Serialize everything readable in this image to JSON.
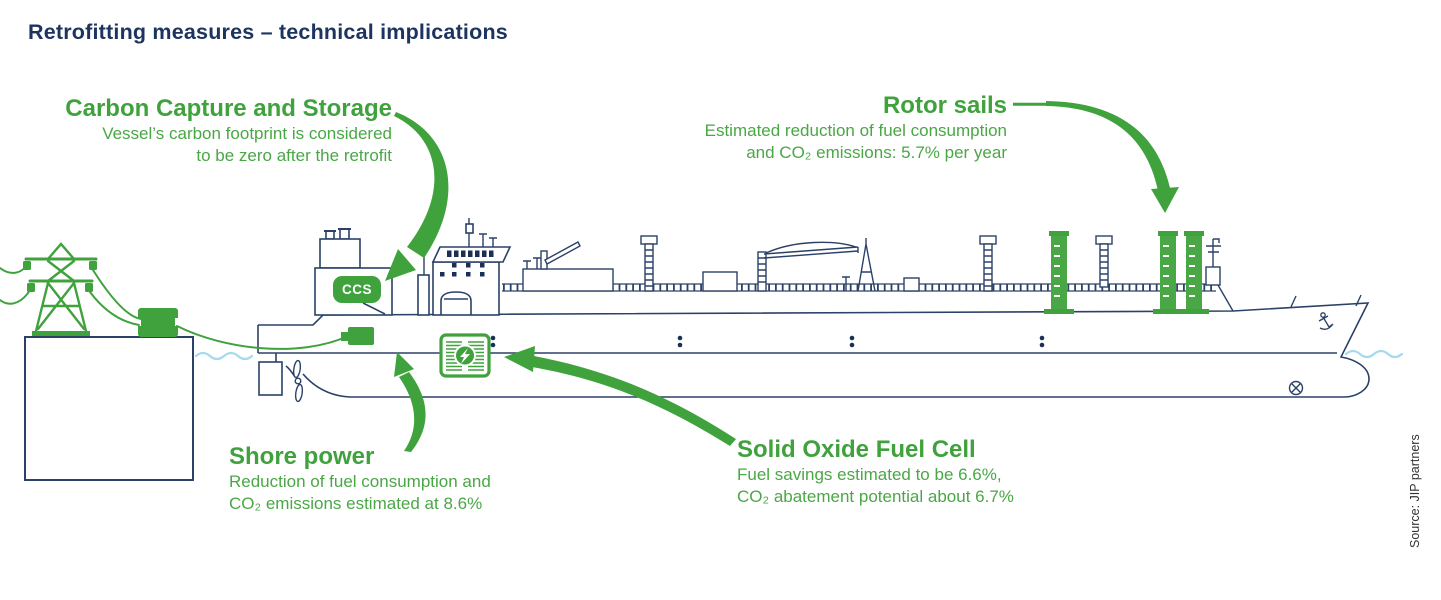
{
  "title": "Retrofitting measures – technical implications",
  "annotations": {
    "ccs": {
      "heading": "Carbon Capture and Storage",
      "line1": "Vessel’s carbon footprint is considered",
      "line2": "to be zero after the retrofit",
      "badge": "CCS"
    },
    "rotor": {
      "heading": "Rotor sails",
      "line1": "Estimated reduction of fuel consumption",
      "line2": "and CO₂ emissions: 5.7% per year"
    },
    "shore": {
      "heading": "Shore power",
      "line1": "Reduction of fuel consumption and",
      "line2": "CO₂ emissions estimated at 8.6%"
    },
    "sofc": {
      "heading": "Solid Oxide Fuel Cell",
      "line1": "Fuel savings estimated to be 6.6%,",
      "line2": "CO₂ abatement potential about 6.7%"
    }
  },
  "source": "Source: JIP partners",
  "colors": {
    "green": "#3fa23d",
    "title_navy": "#1e3460",
    "line_navy": "#2b4168",
    "dark_navy": "#1b2f55",
    "water_blue": "#a5d9ee"
  },
  "icons": {
    "fuel-cell-icon": "green rounded square, stacked plates, circle with lightning bolt",
    "power-pylon-icon": "green lattice transmission tower",
    "anchor-icon": "small anchor on bow",
    "bow-thruster-icon": "circle with X on bow hull",
    "rotor-sail-icon": "green vertical cylinder with segment marks"
  }
}
